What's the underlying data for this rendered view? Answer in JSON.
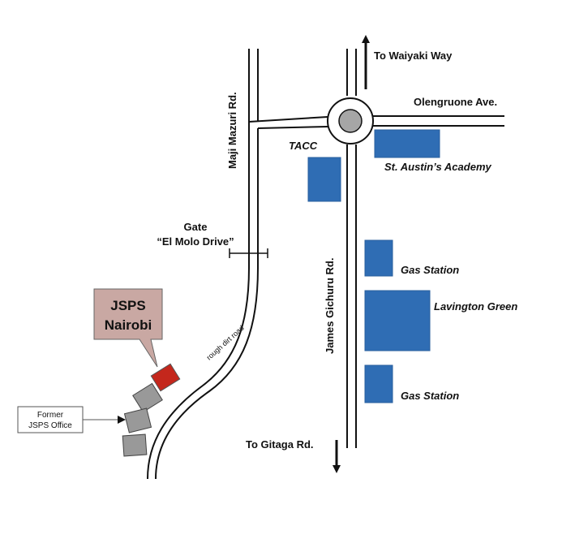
{
  "roads": {
    "maji_mazuri": "Maji Mazuri Rd.",
    "james_gichuru": "James Gichuru Rd.",
    "olengruone": "Olengruone Ave.",
    "rough_dirt_road": "rough dirt road"
  },
  "directions": {
    "north": "To Waiyaki Way",
    "south": "To Gitaga Rd."
  },
  "gate": {
    "line1": "Gate",
    "line2": "“El Molo Drive”"
  },
  "places": {
    "tacc": "TACC",
    "st_austins": "St. Austin’s Academy",
    "gas_station_1": "Gas Station",
    "lavington_green": "Lavington Green",
    "gas_station_2": "Gas Station"
  },
  "jsps": {
    "line1": "JSPS",
    "line2": "Nairobi"
  },
  "former_office": {
    "line1": "Former",
    "line2": "JSPS Office"
  },
  "colors": {
    "building": "#2f6db4",
    "jsps_callout_fill": "#c9a8a3",
    "jsps_building": "#c4271c",
    "former_buildings": "#999999",
    "roundabout": "#a6a6a6"
  }
}
